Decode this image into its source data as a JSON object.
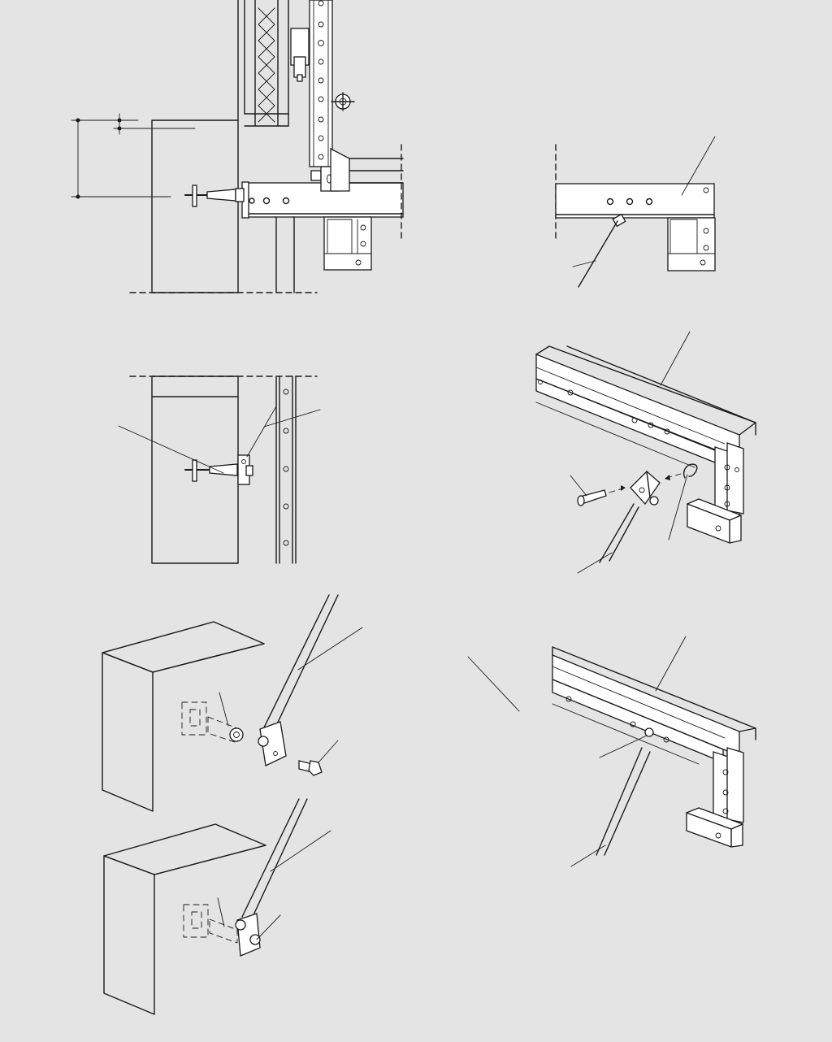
{
  "colors": {
    "background": "#e4e4e4",
    "line": "#1a1a1a",
    "part_fill": "#ffffff"
  },
  "drawing": {
    "views": [
      {
        "name": "section-anchor-bracket-top-left",
        "description_shown": false
      },
      {
        "name": "section-beam-end-top-right",
        "description_shown": false
      },
      {
        "name": "section-wall-anchor-middle-left",
        "description_shown": false
      },
      {
        "name": "iso-brace-pin-connection-middle-right",
        "description_shown": false
      },
      {
        "name": "iso-wall-connector-bolt-lower-left",
        "description_shown": false
      },
      {
        "name": "iso-wall-connector-mounted-bottom-left",
        "description_shown": false
      },
      {
        "name": "iso-brace-mounted-lower-right",
        "description_shown": false
      }
    ]
  }
}
